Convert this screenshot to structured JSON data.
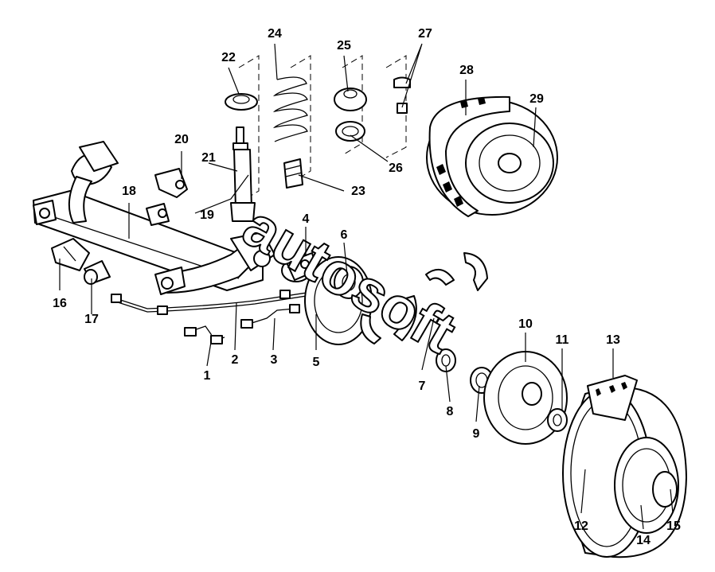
{
  "watermark": "autosoft",
  "labels": {
    "l1": "1",
    "l2": "2",
    "l3": "3",
    "l4": "4",
    "l5": "5",
    "l6": "6",
    "l7": "7",
    "l8": "8",
    "l9": "9",
    "l10": "10",
    "l11": "11",
    "l12": "12",
    "l13": "13",
    "l14": "14",
    "l15": "15",
    "l16": "16",
    "l17": "17",
    "l18": "18",
    "l19": "19",
    "l20": "20",
    "l21": "21",
    "l22": "22",
    "l23": "23",
    "l24": "24",
    "l25": "25",
    "l26": "26",
    "l27": "27",
    "l28": "28",
    "l29": "29"
  }
}
